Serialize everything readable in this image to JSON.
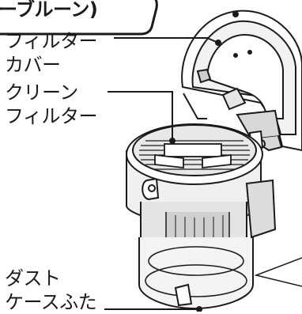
{
  "header": {
    "text": "ーブルーン)"
  },
  "callouts": {
    "filter_cover": {
      "line1": "フィルター",
      "line2": "カバー"
    },
    "clean_filter": {
      "line1": "クリーン",
      "line2": "フィルター"
    },
    "dust_case_lid": {
      "line1": "ダスト",
      "line2": "ケースふた"
    }
  },
  "colors": {
    "ink": "#1a1a1a",
    "cylinder_fill": "#e4e4e4",
    "cylinder_shade": "#bdbdbd",
    "dot": "#1a1a1a"
  }
}
